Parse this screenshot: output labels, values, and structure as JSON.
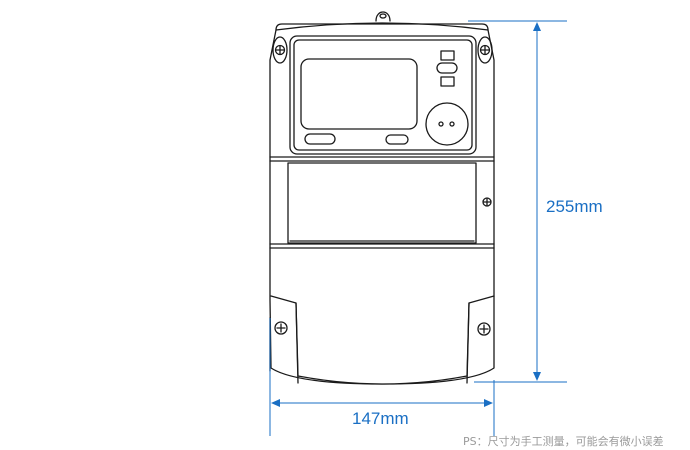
{
  "dimensions": {
    "height": "255mm",
    "width": "147mm"
  },
  "note": "PS：尺寸为手工测量，可能会有微小误差",
  "colors": {
    "outline": "#1a1a1a",
    "dimension": "#1a6fc4",
    "note": "#9a9a9a"
  }
}
